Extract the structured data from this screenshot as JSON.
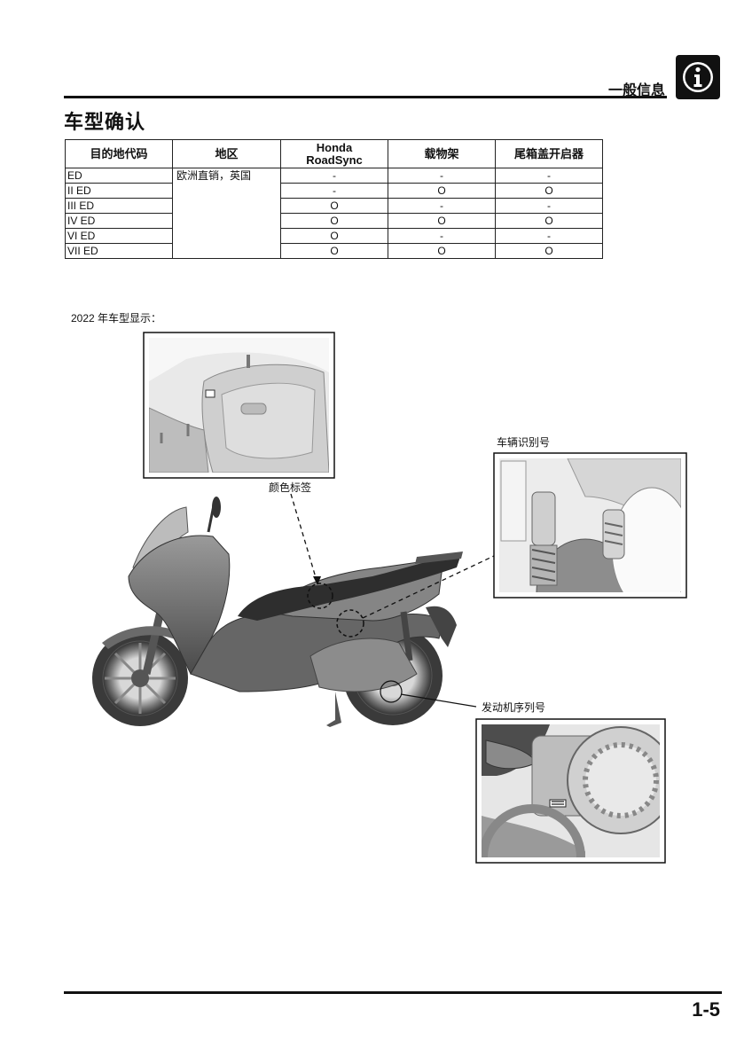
{
  "header": {
    "section_title": "一般信息",
    "info_icon": "info-icon"
  },
  "page_title": "车型确认",
  "table": {
    "headers": [
      "目的地代码",
      "地区",
      "Honda RoadSync",
      "载物架",
      "尾箱盖开启器"
    ],
    "header_roadsync_line1": "Honda",
    "header_roadsync_line2": "RoadSync",
    "region": "欧洲直销，英国",
    "rows": [
      {
        "code": "ED",
        "roadsync": "-",
        "carrier": "-",
        "opener": "-"
      },
      {
        "code": "II ED",
        "roadsync": "-",
        "carrier": "O",
        "opener": "O"
      },
      {
        "code": "III ED",
        "roadsync": "O",
        "carrier": "-",
        "opener": "-"
      },
      {
        "code": "IV ED",
        "roadsync": "O",
        "carrier": "O",
        "opener": "O"
      },
      {
        "code": "VI ED",
        "roadsync": "O",
        "carrier": "-",
        "opener": "-"
      },
      {
        "code": "VII ED",
        "roadsync": "O",
        "carrier": "O",
        "opener": "O"
      }
    ]
  },
  "figure": {
    "caption": "2022 年车型显示：",
    "label_color": "颜色标签",
    "label_vin": "车辆识别号",
    "label_engine": "发动机序列号"
  },
  "footer": {
    "page_number": "1-5"
  }
}
